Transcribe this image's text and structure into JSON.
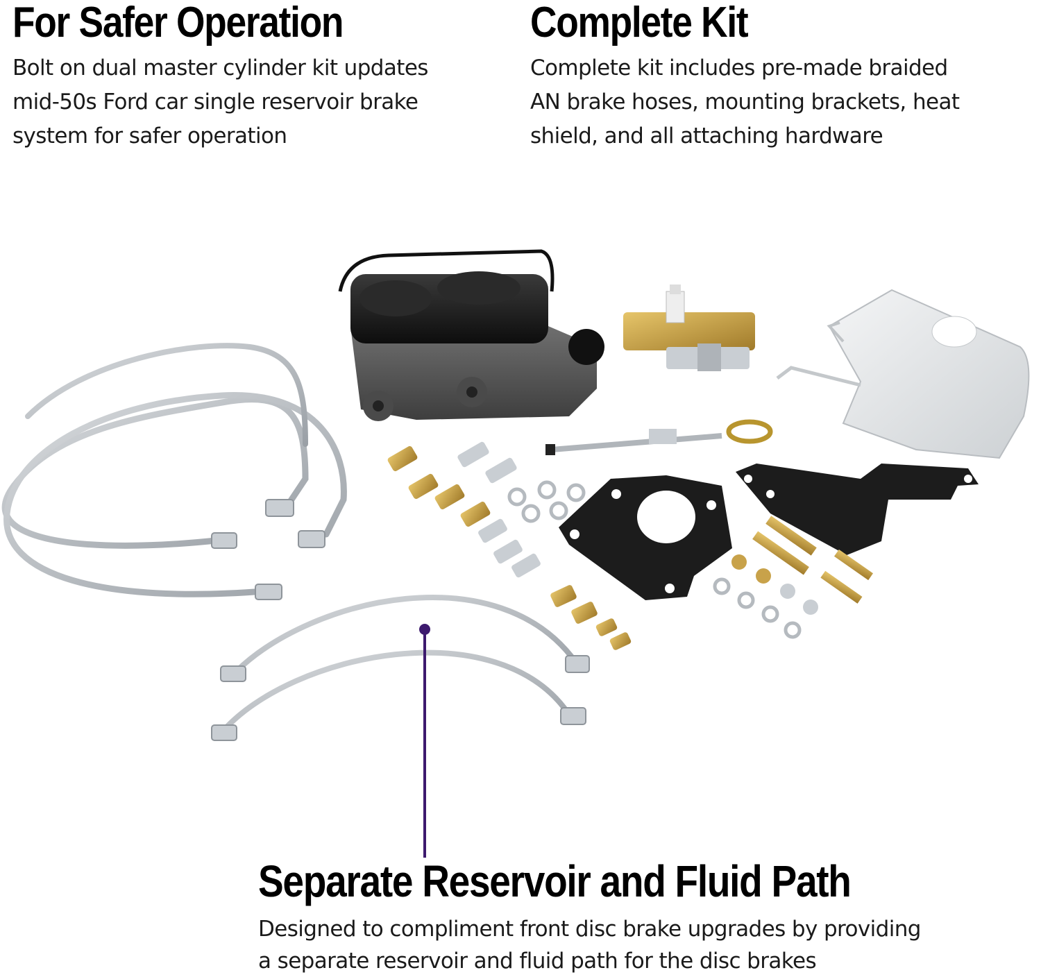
{
  "features": {
    "safer_operation": {
      "title": "For Safer Operation",
      "lines": [
        "Bolt on dual master cylinder kit updates",
        "mid-50s Ford car single reservoir brake",
        "system for safer operation"
      ]
    },
    "complete_kit": {
      "title": "Complete Kit",
      "lines": [
        "Complete kit includes pre-made braided",
        "AN brake hoses, mounting brackets, heat",
        "shield, and all attaching hardware"
      ]
    },
    "separate_reservoir": {
      "title": "Separate Reservoir and Fluid Path",
      "lines": [
        "Designed to compliment front disc brake upgrades by providing",
        "a separate reservoir and fluid path for the disc brakes"
      ]
    }
  },
  "colors": {
    "callout": "#3d1a6e",
    "cast_iron": "#5a5a5a",
    "black_steel": "#1c1c1c",
    "brass": "#c8a24a",
    "zinc": "#c9ced3",
    "braided": "#b8bcc0",
    "aluminum": "#e6e8ea"
  },
  "icons": {
    "master_cylinder": "master-cylinder-icon",
    "proportioning_valve": "proportioning-valve-icon",
    "heat_shield": "heat-shield-icon",
    "bracket": "mounting-bracket-icon"
  }
}
